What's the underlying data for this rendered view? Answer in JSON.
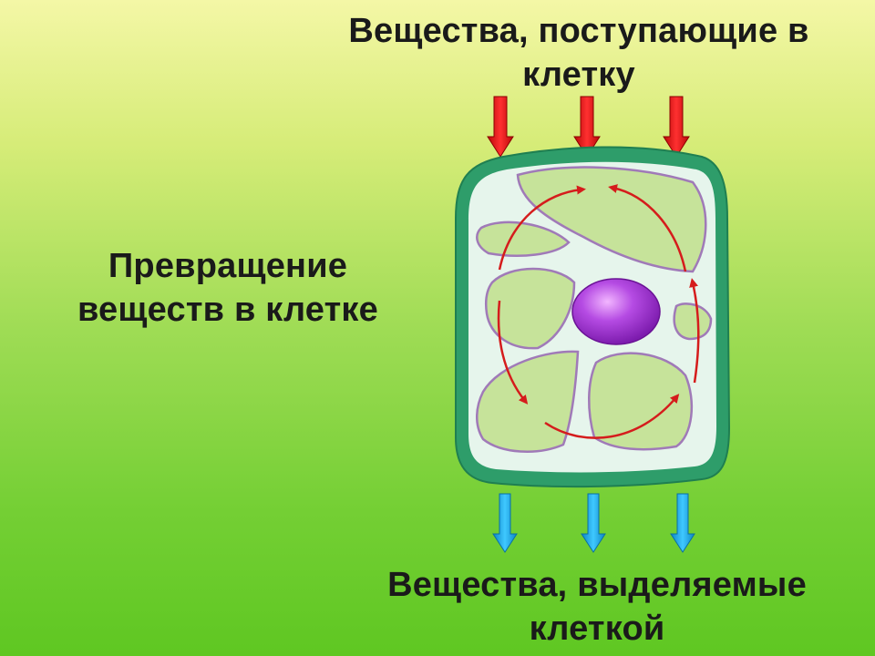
{
  "labels": {
    "incoming": [
      "Вещества, поступающие в",
      "клетку"
    ],
    "transformation": [
      "Превращение",
      "веществ в клетке"
    ],
    "excreted": [
      "Вещества, выделяемые",
      "клеткой"
    ]
  },
  "colors": {
    "cell_wall": "#2e9d6a",
    "cytoplasm": "#e6f5ec",
    "vacuole": "#c6e39a",
    "vacuole_outline": "#a07ab8",
    "nucleus": "#a63ad6",
    "arrow_in": "#e21414",
    "arrow_out": "#1aa8ea",
    "cyclosis_arrow": "#d51c1c"
  }
}
